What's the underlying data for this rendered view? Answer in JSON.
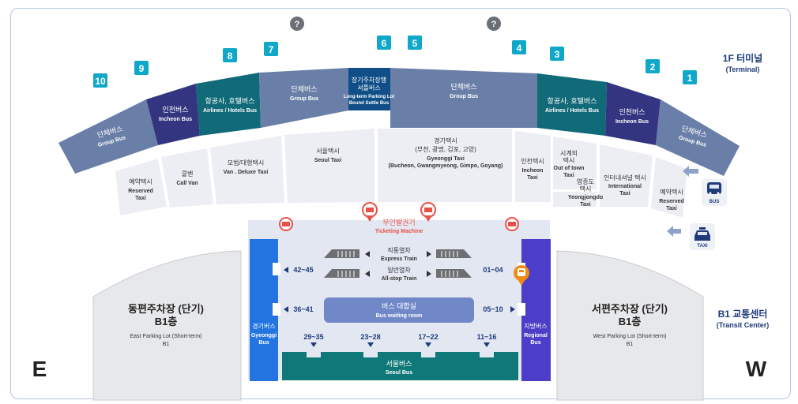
{
  "terminal": {
    "ko": "1F 터미널",
    "en": "(Terminal)"
  },
  "transit": {
    "ko": "B1 교통센터",
    "en": "(Transit Center)"
  },
  "compass": {
    "east": "E",
    "west": "W"
  },
  "gate_numbers": [
    "10",
    "9",
    "8",
    "7",
    "6",
    "5",
    "4",
    "3",
    "2",
    "1"
  ],
  "help_icon": "?",
  "bus_zones": [
    {
      "ko": "단체버스",
      "en": "Group Bus"
    },
    {
      "ko": "인천버스",
      "en": "Incheon Bus"
    },
    {
      "ko": "항공사, 호텔버스",
      "en": "Airlines / Hotels Bus"
    },
    {
      "ko": "단체버스",
      "en": "Group Bus"
    },
    {
      "ko1": "장기주차장행",
      "ko2": "셔틀버스",
      "en1": "Long-term Parking Lot",
      "en2": "Bound Suttle Bus"
    },
    {
      "ko": "단체버스",
      "en": "Group Bus"
    },
    {
      "ko": "항공사, 호텔버스",
      "en": "Airlines / Hotels Bus"
    },
    {
      "ko": "인천버스",
      "en": "Incheon Bus"
    },
    {
      "ko": "단체버스",
      "en": "Group Bus"
    }
  ],
  "taxi_zones": {
    "reserved_left": {
      "ko": "예약택시",
      "en1": "Reserved",
      "en2": "Taxi"
    },
    "call_van": {
      "ko": "콜벤",
      "en": "Call Van"
    },
    "van_deluxe": {
      "ko": "모범/대형택시",
      "en": "Van . Deluxe Taxi"
    },
    "seoul": {
      "ko": "서울택시",
      "en": "Seoul Taxi"
    },
    "gyeonggi": {
      "ko1": "경기택시",
      "ko2": "(부천, 광명, 김포, 고양)",
      "en1": "Gyeonggi Taxi",
      "en2": "(Bucheon, Gwangmyeong, Gimpo, Goyang)"
    },
    "incheon": {
      "ko": "인천택시",
      "en1": "Incheon",
      "en2": "Taxi"
    },
    "out_of_town": {
      "ko1": "시계외",
      "ko2": "택시",
      "en1": "Out of town",
      "en2": "Taxi"
    },
    "yeongjongdo": {
      "ko1": "영종도",
      "ko2": "택시",
      "en1": "Yeongjongdo",
      "en2": "Taxi"
    },
    "international": {
      "ko": "인터내셔널 택시",
      "en1": "International",
      "en2": "Taxi"
    },
    "reserved_right": {
      "ko": "예약택시",
      "en1": "Reserved",
      "en2": "Taxi"
    }
  },
  "legend": {
    "bus": "BUS",
    "taxi": "TAXI"
  },
  "ticketing": {
    "ko": "무인발권기",
    "en": "Ticketing Machine"
  },
  "express_train": {
    "ko": "직통열차",
    "en": "Express Train"
  },
  "allstop_train": {
    "ko": "일반열차",
    "en": "All-stop Train"
  },
  "gates": {
    "g42_45": "42~45",
    "g36_41": "36~41",
    "g01_04": "01~04",
    "g05_10": "05~10",
    "g29_35": "29~35",
    "g23_28": "23~28",
    "g17_22": "17~22",
    "g11_16": "11~16"
  },
  "waiting_room": {
    "ko": "버스 대합실",
    "en": "Bus waiting room"
  },
  "gyeonggi_bus": {
    "ko": "경기버스",
    "en1": "Gyeonggi",
    "en2": "Bus"
  },
  "regional_bus": {
    "ko": "지방버스",
    "en1": "Regional",
    "en2": "Bus"
  },
  "seoul_bus": {
    "ko": "서울버스",
    "en": "Seoul Bus"
  },
  "east_parking": {
    "ko1": "동편주차장 (단기)",
    "ko2": "B1층",
    "en1": "East Parking Lot (Short-term)",
    "en2": "B1"
  },
  "west_parking": {
    "ko1": "서편주차장 (단기)",
    "ko2": "B1층",
    "en1": "West Parking Lot (Short-term)",
    "en2": "B1"
  },
  "colors": {
    "group_bus": "#6a7fa8",
    "incheon_bus": "#343580",
    "airline_bus": "#116a78",
    "shuttle": "#0f4e86",
    "gate_badge": "#10a8c8",
    "taxi_zone": "#eceef3",
    "hall": "#e3e7f2",
    "gyeonggi_bus": "#2374e1",
    "regional_bus": "#4c3ec8",
    "seoul_bus": "#0f7878",
    "waiting_room": "#7088c8",
    "ticket_red": "#e8514a",
    "accent_orange": "#f08c16",
    "navy_text": "#1f3b7a",
    "parking": "#e7e8ea"
  }
}
